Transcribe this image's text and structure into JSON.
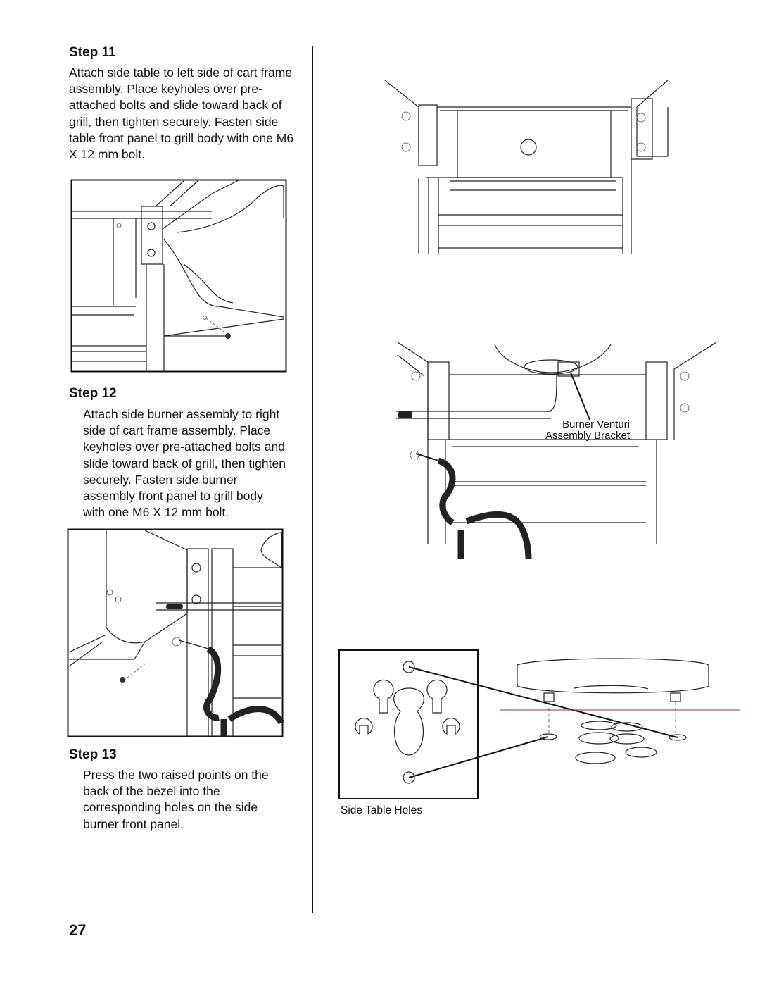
{
  "steps": [
    {
      "title": "Step 11",
      "text": "Attach side table to left side of cart frame assembly. Place keyholes over pre-attached bolts and slide toward back of grill, then tighten securely. Fasten side table front panel to grill body with one M6 X 12 mm bolt."
    },
    {
      "title": "Step 12",
      "text": "Attach side burner assembly to right side of cart frame assembly. Place keyholes over pre-attached bolts and slide toward back of grill, then tighten securely. Fasten side burner assembly front panel to grill body with one M6 X 12 mm bolt."
    },
    {
      "title": "Step 13",
      "text": "Press the two raised points on the back of the bezel into the corresponding holes on the side burner front panel."
    }
  ],
  "labels": {
    "burner_venturi_line1": "Burner Venturi",
    "burner_venturi_line2": "Assembly Bracket",
    "side_table_holes": "Side Table Holes"
  },
  "page_number": "27"
}
